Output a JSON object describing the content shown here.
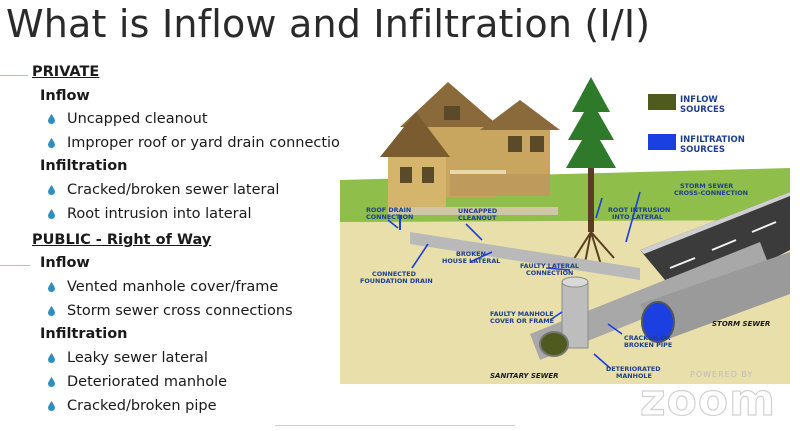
{
  "slide": {
    "title": "What is Inflow and Infiltration (I/I)"
  },
  "outline": {
    "private": {
      "heading": "PRIVATE",
      "inflow_label": "Inflow",
      "inflow_items": [
        "Uncapped cleanout",
        "Improper roof or yard drain connection"
      ],
      "infiltration_label": "Infiltration",
      "infiltration_items": [
        "Cracked/broken sewer lateral",
        "Root intrusion into lateral"
      ]
    },
    "public": {
      "heading": "PUBLIC - Right of Way",
      "inflow_label": "Inflow",
      "inflow_items": [
        "Vented manhole cover/frame",
        "Storm sewer cross connections"
      ],
      "infiltration_label": "Infiltration",
      "infiltration_items": [
        "Leaky sewer lateral",
        "Deteriorated manhole",
        "Cracked/broken pipe"
      ]
    }
  },
  "illustration": {
    "legend": {
      "inflow_line1": "INFLOW",
      "inflow_line2": "SOURCES",
      "infiltration_line1": "INFILTRATION",
      "infiltration_line2": "SOURCES"
    },
    "labels": {
      "roof_drain_1": "ROOF DRAIN",
      "roof_drain_2": "CONNECTION",
      "uncapped_1": "UNCAPPED",
      "uncapped_2": "CLEANOUT",
      "root_1": "ROOT INTRUSION",
      "root_2": "INTO LATERAL",
      "storm_cross_1": "STORM SEWER",
      "storm_cross_2": "CROSS-CONNECTION",
      "broken_lat_1": "BROKEN",
      "broken_lat_2": "HOUSE LATERAL",
      "faulty_lat_1": "FAULTY LATERAL",
      "faulty_lat_2": "CONNECTION",
      "foundation_1": "CONNECTED",
      "foundation_2": "FOUNDATION DRAIN",
      "manhole_cover_1": "FAULTY MANHOLE",
      "manhole_cover_2": "COVER OR FRAME",
      "storm_sewer": "STORM SEWER",
      "cracked_1": "CRACKED OR",
      "cracked_2": "BROKEN PIPE",
      "deteriorated_1": "DETERIORATED",
      "deteriorated_2": "MANHOLE",
      "sanitary_sewer": "SANITARY SEWER"
    }
  },
  "watermark": {
    "brand": "zoom",
    "powered": "POWERED BY"
  },
  "colors": {
    "inflow": "#4f5a1e",
    "infiltration": "#1b3fe0",
    "bullet": "#2e8fbf",
    "label": "#1f3f8f"
  }
}
